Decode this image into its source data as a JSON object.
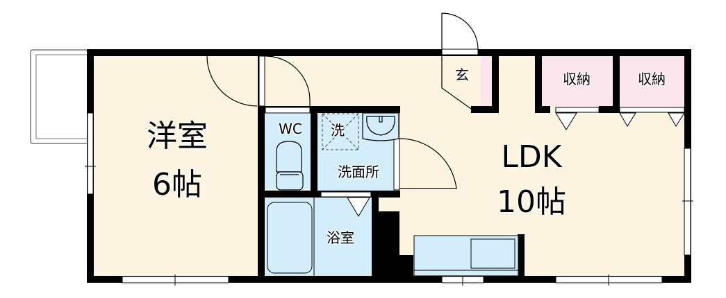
{
  "floorplan": {
    "rooms": {
      "western_room": {
        "name": "洋室",
        "size": "6帖"
      },
      "ldk": {
        "name": "LDK",
        "size": "10帖"
      },
      "wc": {
        "name": "WC"
      },
      "washroom": {
        "name": "洗面所",
        "washer_label": "洗"
      },
      "bathroom": {
        "name": "浴室"
      },
      "entrance": {
        "name": "玄"
      },
      "storage_1": {
        "name": "収納"
      },
      "storage_2": {
        "name": "収納"
      }
    },
    "colors": {
      "living_fill": "#fdf4e1",
      "wet_fill": "#d3eefa",
      "storage_fill": "#fbe6ee",
      "wall": "#000000"
    }
  }
}
